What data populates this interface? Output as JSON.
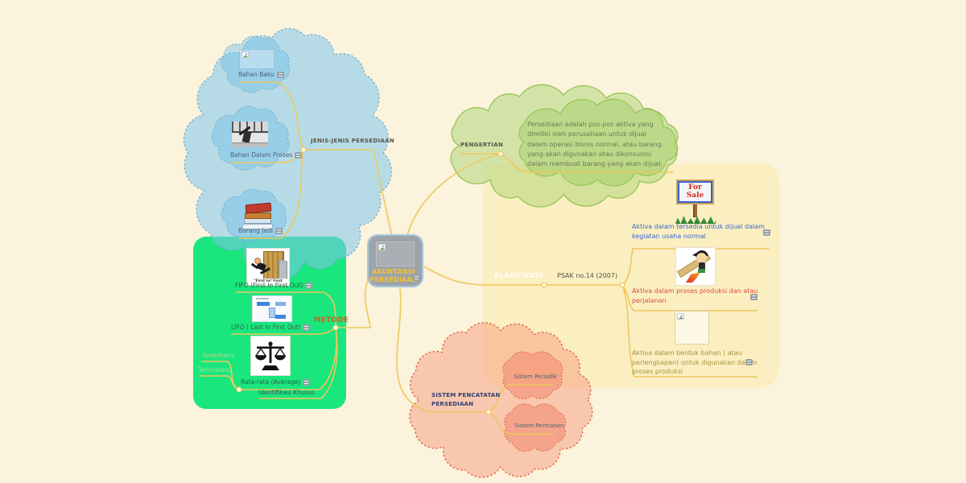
{
  "palette": {
    "background": "#FBF3DB",
    "connector": "#EFC75E",
    "center_node_bg": "#9DA4A9",
    "center_title_color": "#F6C22E",
    "jenis_cloud_blue": "#BFDDEF",
    "pengertian_cloud_green": "#D8E7B5",
    "metode_box_green": "#19E67D",
    "klasifikasi_box_yellow": "#FBEFC1",
    "sistem_cloud_pink": "#F8D6C8",
    "item1_text_color": "#3A67CE",
    "item2_text_color": "#DC4B41",
    "item3_text_color": "#A8923D"
  },
  "center": {
    "title": "AKUNTANSI PERSEDIAAN",
    "image": "missing-image"
  },
  "jenis": {
    "label": "JENIS-JENIS PERSEDIAAN",
    "items": [
      {
        "label": "Bahan Baku",
        "image": "missing-image"
      },
      {
        "label": "Bahan Dalam Proses",
        "image": "factory-workers-bw-photo"
      },
      {
        "label": "Barang Jadi",
        "image": "stack-of-books"
      }
    ]
  },
  "pengertian": {
    "label": "PENGERTIAN",
    "definition": "Persediaan adalah pos-pos aktiva yang dimiliki oleh perusahaan untuk dijual dalam operasi bisnis normal, atau barang yang akan digunakan atau dikonsumsi dalam membuat barang yang akan dijual."
  },
  "klasifikasi": {
    "label": "KLASIFIKASI",
    "standard": "PSAK no.14 (2007)",
    "items": [
      {
        "text": "Aktiva dalam tersedia untuk dijual dalam kegiatan usaha normal",
        "image": "for-sale-sign",
        "sign_text": "For Sale"
      },
      {
        "text": "Aktiva dalam proses produksi dan atau perjalanan",
        "image": "astro-boy-flying"
      },
      {
        "text": "Aktiva dalam bentuk bahan ( atau perlengkapan) untuk digunakan dalam proses produksi",
        "image": "missing-image"
      }
    ]
  },
  "metode": {
    "label": "METODE",
    "items": [
      {
        "label": "FIFO (First In First Out)",
        "image": "man-running-out-door",
        "caption": "\"First in! First out!\""
      },
      {
        "label": "LIFO ( Last In First Out)",
        "image": "blue-bar-diagram"
      },
      {
        "label": "Rata-rata (Average)",
        "image": "balance-scale",
        "children": [
          {
            "label": "Sederhana"
          },
          {
            "label": "Tertimbang"
          }
        ]
      },
      {
        "label": "Identifikasi Khusus"
      }
    ]
  },
  "sistem": {
    "label": "SISTEM PENCATATAN PERSEDIAAN",
    "items": [
      {
        "label": "Sistem Periodik"
      },
      {
        "label": "Sistem Permanen"
      }
    ]
  }
}
